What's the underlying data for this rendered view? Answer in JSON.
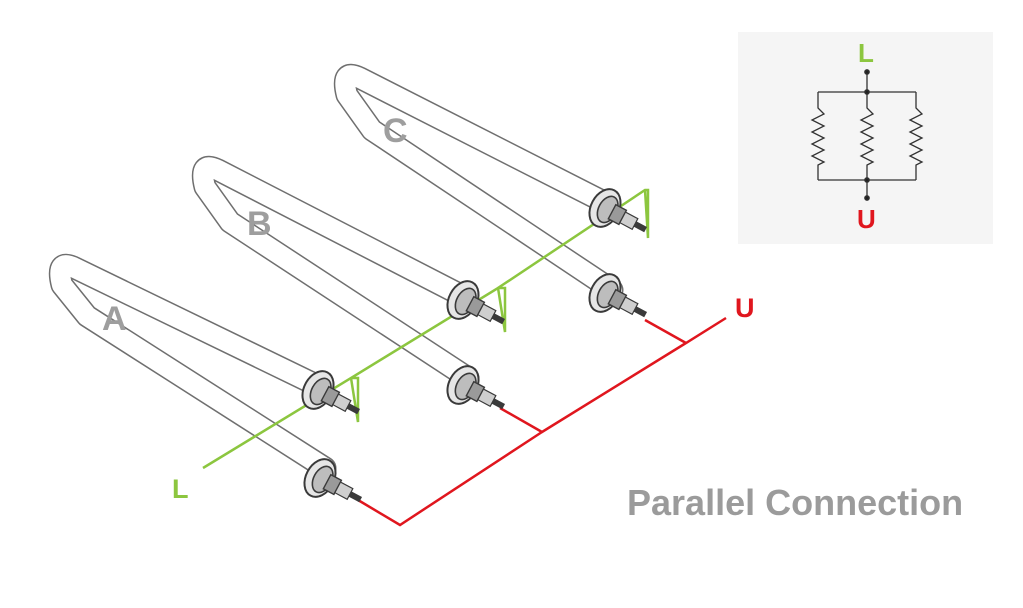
{
  "title": "Parallel Connection",
  "elements": [
    {
      "label": "A"
    },
    {
      "label": "B"
    },
    {
      "label": "C"
    }
  ],
  "wires": {
    "line": {
      "label": "L",
      "color": "#8cc63f"
    },
    "neutral": {
      "label": "U",
      "color": "#e0161e"
    }
  },
  "schematic": {
    "top_label": "L",
    "bottom_label": "U",
    "resistor_count": 3,
    "background": "#f5f5f5"
  },
  "colors": {
    "label_gray": "#9e9e9e",
    "caption_gray": "#9b9b9b",
    "tube_outline": "#6f6f6f",
    "fitting_dark": "#3a3a3a"
  }
}
